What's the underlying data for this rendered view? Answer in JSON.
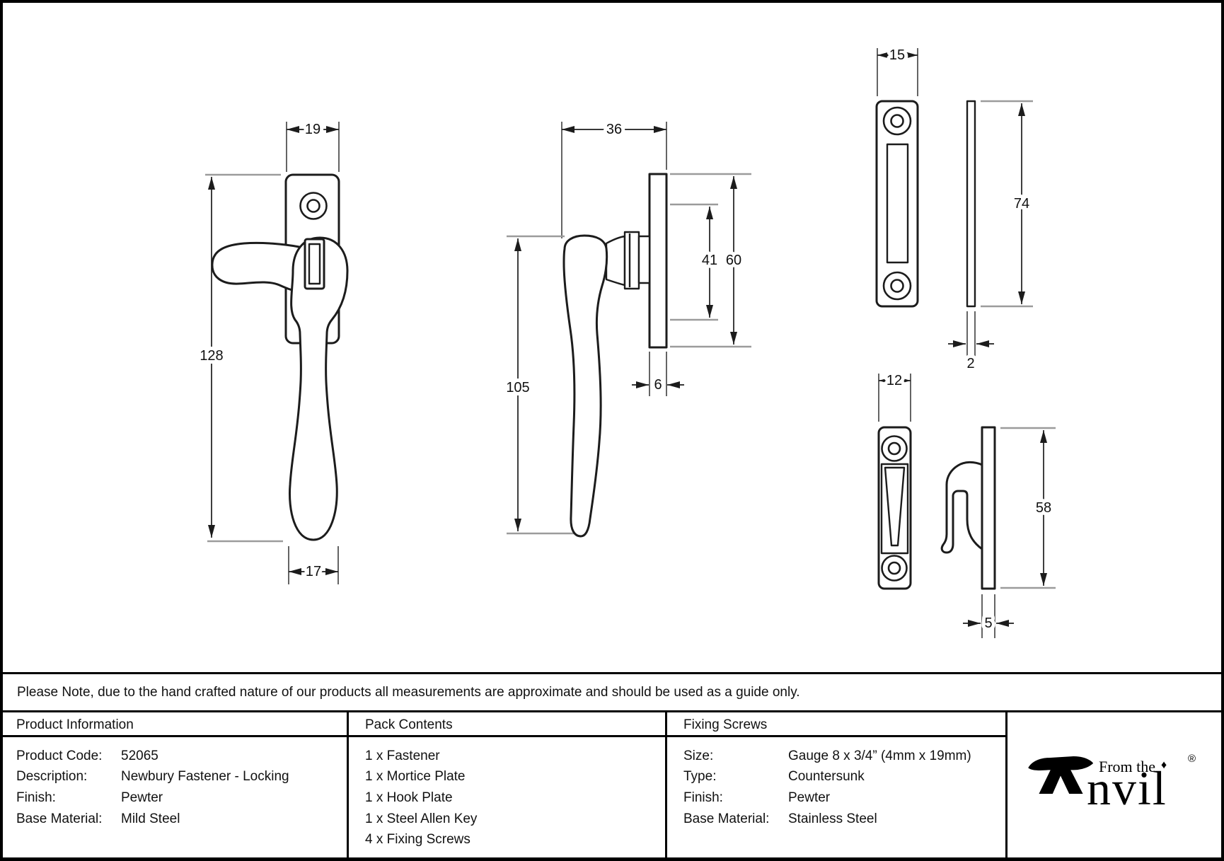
{
  "note": {
    "text": "Please Note, due to the hand crafted nature of our products all measurements are approximate and should be used as a guide only."
  },
  "product_information": {
    "header": "Product Information",
    "rows": [
      {
        "label": "Product Code:",
        "value": "52065"
      },
      {
        "label": "Description:",
        "value": "Newbury Fastener - Locking"
      },
      {
        "label": "Finish:",
        "value": "Pewter"
      },
      {
        "label": "Base Material:",
        "value": "Mild Steel"
      }
    ]
  },
  "pack_contents": {
    "header": "Pack Contents",
    "items": [
      "1 x Fastener",
      "1 x Mortice Plate",
      "1 x Hook Plate",
      "1 x Steel Allen Key",
      "4 x Fixing Screws"
    ]
  },
  "fixing_screws": {
    "header": "Fixing Screws",
    "rows": [
      {
        "label": "Size:",
        "value": "Gauge 8 x 3/4” (4mm x 19mm)"
      },
      {
        "label": "Type:",
        "value": "Countersunk"
      },
      {
        "label": "Finish:",
        "value": "Pewter"
      },
      {
        "label": "Base Material:",
        "value": "Stainless Steel"
      }
    ]
  },
  "logo": {
    "from_the": "From the",
    "diamond": "♦",
    "name_rest": "nvil",
    "registered": "®",
    "anvil_icon": "anvil-icon"
  },
  "drawing": {
    "dims": {
      "fastener_front_width": "19",
      "fastener_front_height": "128",
      "fastener_front_bottom_width": "17",
      "fastener_side_depth": "36",
      "fastener_side_handle_length": "105",
      "fastener_side_plate_height": "60",
      "fastener_side_keep_span": "41",
      "fastener_side_plate_thickness": "6",
      "mortice_front_width": "15",
      "mortice_side_height": "74",
      "mortice_side_thickness": "2",
      "hook_front_width": "12",
      "hook_side_height": "58",
      "hook_side_thickness": "5"
    }
  }
}
